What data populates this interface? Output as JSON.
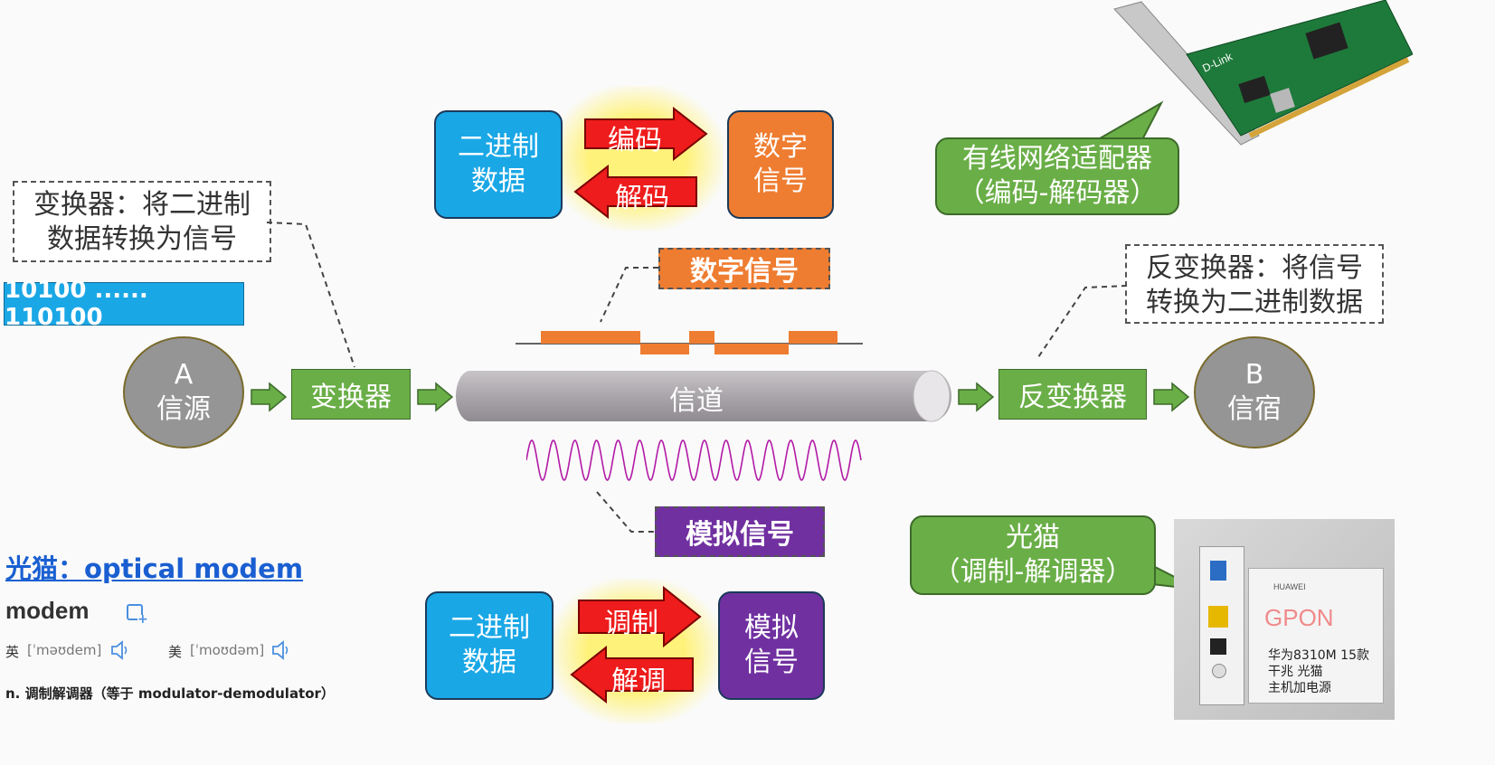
{
  "top": {
    "binary_data": "二进制\n数据",
    "encode": "编码",
    "decode": "解码",
    "digital_signal": "数字\n信号"
  },
  "converter_note": "变换器：将二进制\n数据转换为信号",
  "bitstring": "10100 ...... 110100",
  "source": {
    "letter": "A",
    "label": "信源"
  },
  "converter": "变换器",
  "channel": "信道",
  "inverse_converter": "反变换器",
  "sink": {
    "letter": "B",
    "label": "信宿"
  },
  "digital_signal_tag": "数字信号",
  "analog_signal_tag": "模拟信号",
  "inverse_note": "反变换器：将信号\n转换为二进制数据",
  "nic_callout": "有线网络适配器\n（编码-解码器）",
  "modem_callout": "光猫\n（调制-解调器）",
  "bottom": {
    "binary_data": "二进制\n数据",
    "modulate": "调制",
    "demodulate": "解调",
    "analog_signal": "模拟\n信号"
  },
  "dictionary": {
    "heading": "光猫：optical modem",
    "word": "modem",
    "uk_label": "英",
    "uk_ipa": "[ˈməʊdem]",
    "us_label": "美",
    "us_ipa": "[ˈmoʊdəm]",
    "definition": "n. 调制解调器（等于 modulator-demodulator）"
  },
  "router_text": {
    "brand": "HUAWEI",
    "model_big": "GPON",
    "line1": "华为8310M 15款",
    "line2": "干兆 光猫",
    "line3": "主机加电源"
  },
  "nic_brand": "D-Link",
  "colors": {
    "blue": "#1aa7e6",
    "orange": "#ee7d31",
    "purple": "#7030a0",
    "green": "#6aae47",
    "gray": "#959595"
  }
}
